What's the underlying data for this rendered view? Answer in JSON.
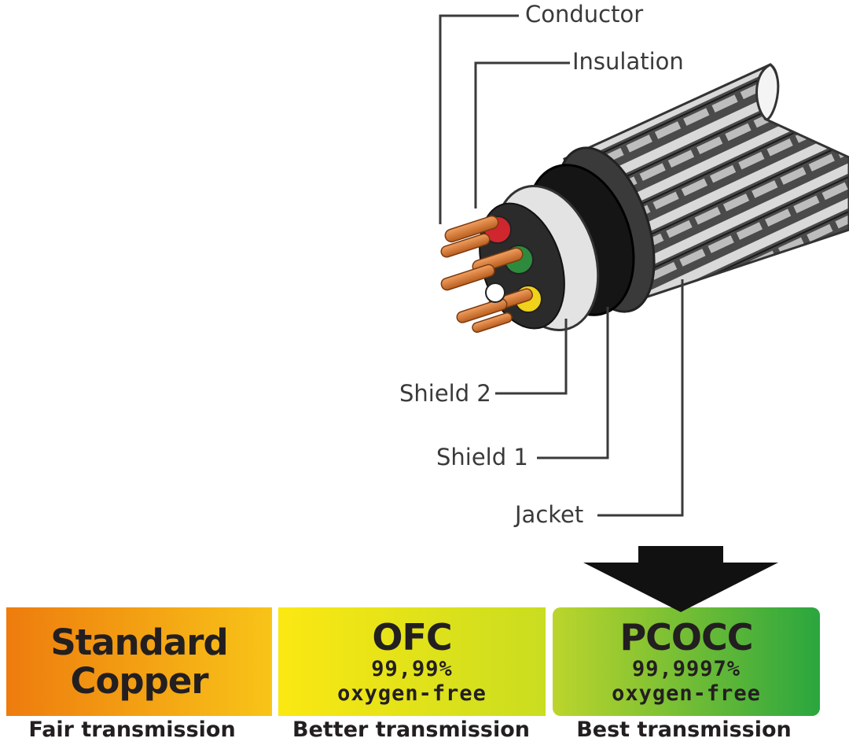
{
  "labels": {
    "conductor": "Conductor",
    "insulation": "Insulation",
    "shield2": "Shield 2",
    "shield1": "Shield 1",
    "jacket": "Jacket"
  },
  "grades": [
    {
      "name": "Standard Copper",
      "purity": "",
      "oxygen": "",
      "quality": "Fair transmission",
      "color_start": "#ee7c0e",
      "color_end": "#f8c418"
    },
    {
      "name": "OFC",
      "purity": "99,99%",
      "oxygen": "oxygen-free",
      "quality": "Better transmission",
      "color_start": "#fbe812",
      "color_end": "#c9dd20"
    },
    {
      "name": "PCOCC",
      "purity": "99,9997%",
      "oxygen": "oxygen-free",
      "quality": "Best transmission",
      "color_start": "#bcd52c",
      "color_end": "#2aa63e"
    }
  ],
  "pointer": {
    "points_to": "PCOCC",
    "icon": "arrow-down-icon"
  },
  "wire_colors": [
    "#d0262e",
    "#2e8b3e",
    "#f0d21a",
    "#ffffff"
  ],
  "copper_color": "#d97a33"
}
